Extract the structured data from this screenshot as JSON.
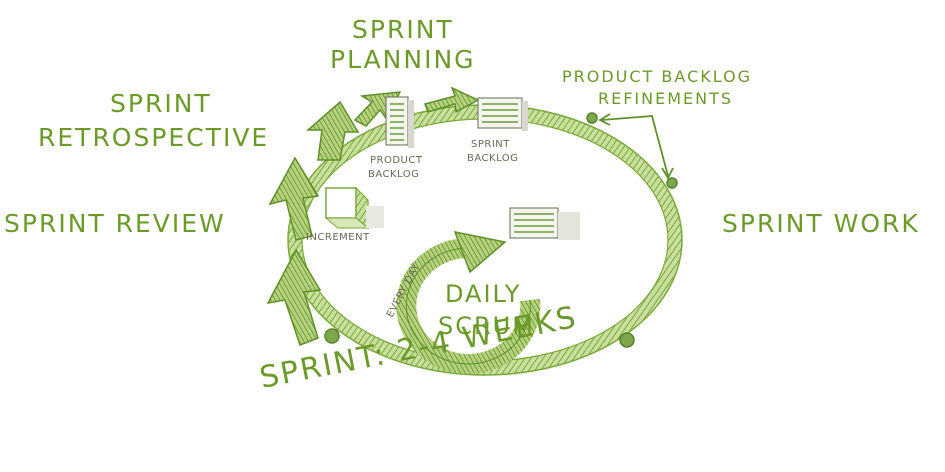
{
  "labels": {
    "sprint_planning_line1": "SPRINT",
    "sprint_planning_line2": "PLANNING",
    "product_backlog_refinements_line1": "PRODUCT BACKLOG",
    "product_backlog_refinements_line2": "REFINEMENTS",
    "sprint_retrospective_line1": "SPRINT",
    "sprint_retrospective_line2": "RETROSPECTIVE",
    "sprint_review": "SPRINT REVIEW",
    "sprint_work": "SPRINT WORK",
    "product_backlog_line1": "PRODUCT",
    "product_backlog_line2": "BACKLOG",
    "sprint_backlog_line1": "SPRINT",
    "sprint_backlog_line2": "BACKLOG",
    "increment": "INCREMENT",
    "every_day": "EVERY DAY",
    "daily_scrum_line1": "DAILY",
    "daily_scrum_line2": "SCRUM",
    "sprint_duration": "SPRINT: 2-4 WEEKS"
  },
  "colors": {
    "accent_green": "#7aa83a",
    "text_green": "#6c9a2a",
    "doc_gray": "#666a55"
  }
}
